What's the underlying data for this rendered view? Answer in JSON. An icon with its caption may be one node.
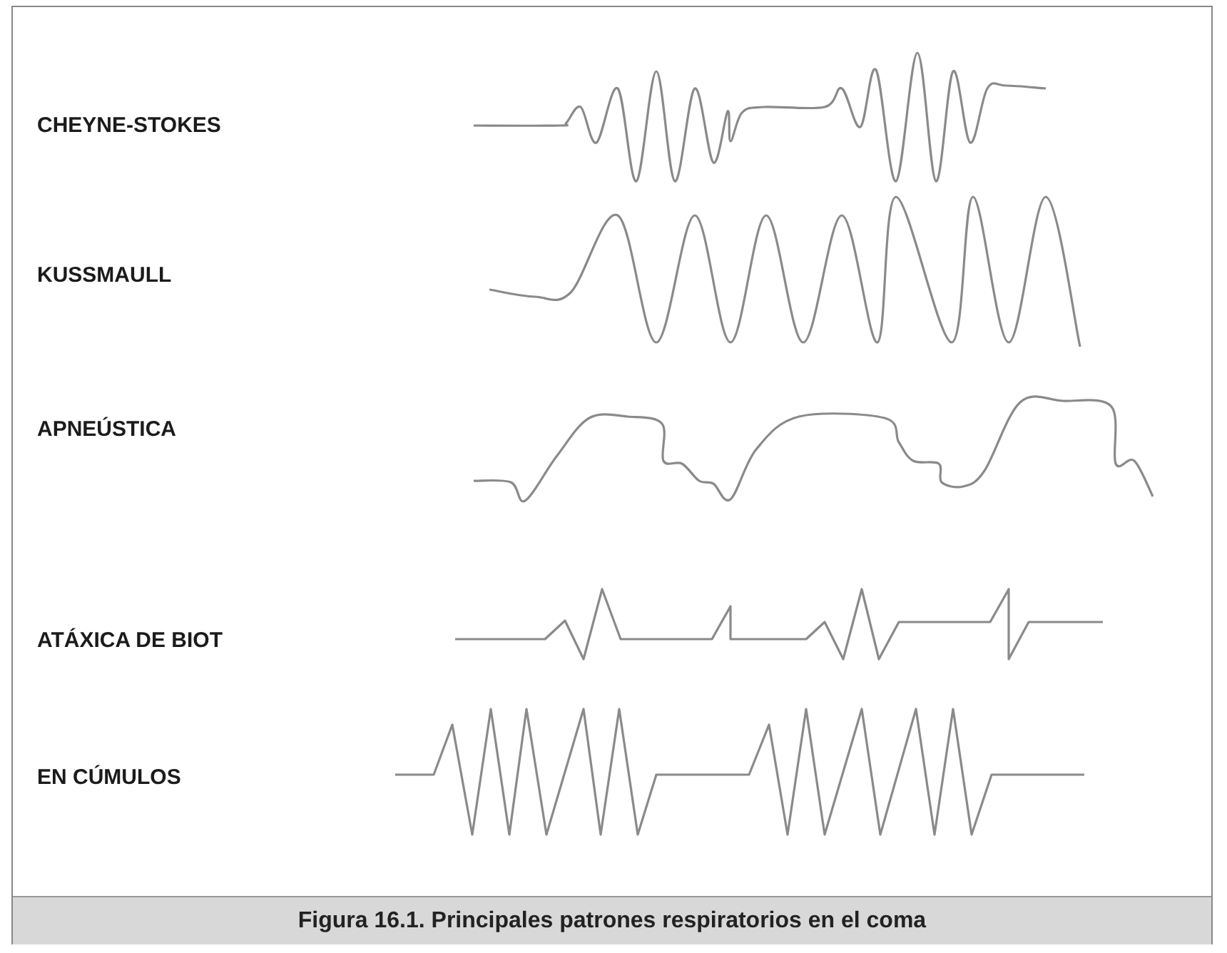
{
  "diagram": {
    "caption": "Figura 16.1. Principales patrones respiratorios en el coma",
    "labels": [
      "CHEYNE-STOKES",
      "KUSSMAULL",
      "APNEÚSTICA",
      "ATÁXICA DE BIOT",
      "EN CÚMULOS"
    ]
  }
}
